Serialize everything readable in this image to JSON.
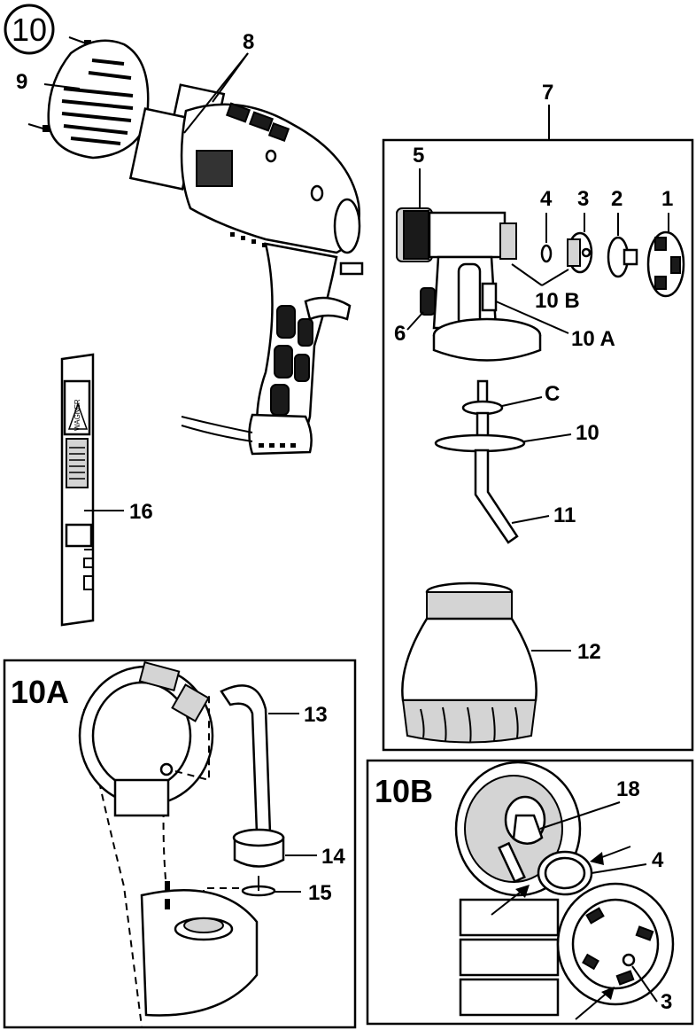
{
  "step_number": "10",
  "labels": {
    "l1": "1",
    "l2": "2",
    "l3": "3",
    "l4": "4",
    "l5": "5",
    "l6": "6",
    "l7": "7",
    "l8": "8",
    "l9": "9",
    "l10": "10",
    "l10A": "10 A",
    "l10B": "10 B",
    "lC": "C",
    "l11": "11",
    "l12": "12",
    "l13": "13",
    "l14": "14",
    "l15": "15",
    "l16": "16",
    "l18": "18",
    "l4b": "4",
    "l3b": "3"
  },
  "insets": {
    "a": "10A",
    "b": "10B"
  },
  "brand_on_label": "WAGNER"
}
